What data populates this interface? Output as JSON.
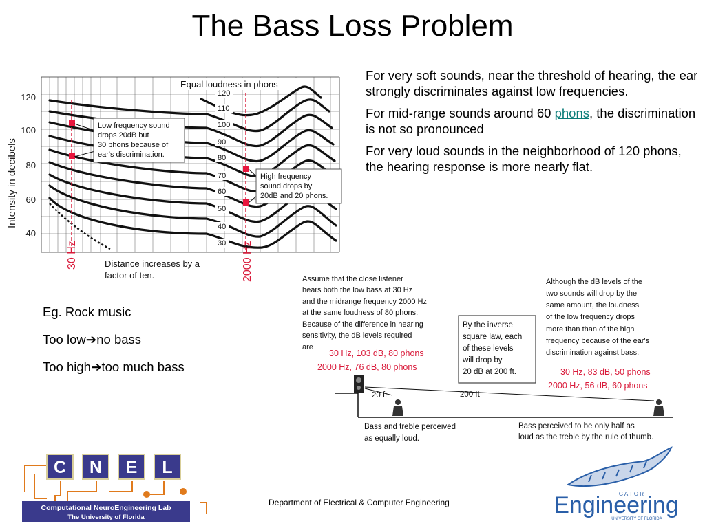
{
  "title": "The Bass Loss Problem",
  "chart": {
    "header": "Equal loudness in phons",
    "ylabel": "Intensity in decibels",
    "y_ticks": [
      "120",
      "100",
      "80",
      "60",
      "40"
    ],
    "phon_labels": [
      "120",
      "110",
      "100",
      "90",
      "80",
      "70",
      "60",
      "50",
      "40",
      "30"
    ],
    "freq_30": "30 Hz",
    "freq_2000": "2000 Hz",
    "callout_low": [
      "Low frequency sound",
      "drops 20dB but",
      "30 phons because of",
      "ear's discrimination."
    ],
    "callout_high": [
      "High frequency",
      "sound drops by",
      "20dB and 20 phons."
    ],
    "distance_note": [
      "Distance increases by a",
      "factor of ten."
    ],
    "marker_color": "#e8163e",
    "accent_red": "#d91a3a"
  },
  "bullets": {
    "p1": "For very soft sounds, near the threshold of hearing, the ear strongly discriminates against low frequencies.",
    "p2_before": " For mid-range sounds around 60 ",
    "p2_link": "phons",
    "p2_after": ", the discrimination is not so pronounced",
    "p3": "For very loud sounds in the neighborhood of 120 phons, the hearing response is more nearly flat."
  },
  "examples": {
    "e1": "Eg. Rock music",
    "e2_before": "Too low",
    "e2_after": "no bass",
    "e3_before": "Too high",
    "e3_after": "too much bass"
  },
  "listener": {
    "left_text": [
      "Assume that the close listener",
      "hears both the low bass at 30 Hz",
      "and the midrange frequency 2000 Hz",
      "at the same loudness of 80 phons.",
      "Because of the difference in hearing",
      "sensitivity, the dB levels required",
      "are"
    ],
    "left_values": [
      "30 Hz, 103 dB, 80 phons",
      "2000 Hz,   76 dB, 80 phons"
    ],
    "box_text": [
      "By the inverse",
      "square law, each",
      "of these levels",
      "will drop by",
      "20 dB at 200 ft."
    ],
    "right_text": [
      "Although the dB levels of the",
      "two sounds will drop by the",
      "same amount, the loudness",
      "of the low frequency drops",
      "more than than of the high",
      "frequency because of the ear's",
      "discrimination against bass."
    ],
    "right_values": [
      "30 Hz, 83 dB, 50 phons",
      "2000 Hz, 56 dB, 60 phons"
    ],
    "dist_20": "20 ft",
    "dist_200": "200 ft",
    "bottom_left": [
      "Bass and treble perceived",
      "as equally loud."
    ],
    "bottom_right": [
      "Bass perceived to be only half as",
      "loud as the treble by the rule of thumb."
    ]
  },
  "footer": {
    "department": "Department of Electrical & Computer Engineering"
  },
  "cnel": {
    "letters": [
      "C",
      "N",
      "E",
      "L"
    ],
    "line1": "Computational NeuroEngineering Lab",
    "line2": "The University of Florida",
    "box_color": "#3a3a8c",
    "circuit_color": "#e07a1c"
  },
  "gator": {
    "word": "Engineering",
    "small": "G A T O R",
    "uf": "UNIVERSITY OF FLORIDA",
    "color": "#2a5fa8"
  }
}
